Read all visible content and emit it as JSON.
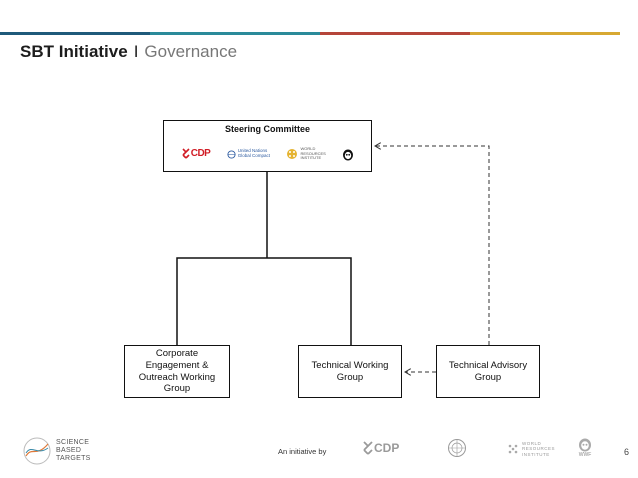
{
  "header": {
    "title": "SBT Initiative",
    "separator": "I",
    "subtitle": "Governance",
    "bar_colors": [
      "#1f5a7a",
      "#2a8a9a",
      "#b5453a",
      "#d7a832"
    ]
  },
  "diagram": {
    "steering_committee": {
      "title": "Steering Committee",
      "logos": {
        "cdp": "CDP",
        "un_line1": "United Nations",
        "un_line2": "Global Compact",
        "wri_line1": "WORLD",
        "wri_line2": "RESOURCES",
        "wri_line3": "INSTITUTE",
        "wwf": "WWF"
      }
    },
    "corporate_group": {
      "line1": "Corporate",
      "line2": "Engagement &",
      "line3": "Outreach Working",
      "line4": "Group"
    },
    "technical_working_group": {
      "line1": "Technical Working",
      "line2": "Group"
    },
    "technical_advisory_group": {
      "line1": "Technical Advisory",
      "line2": "Group"
    }
  },
  "footer": {
    "sbt_line1": "SCIENCE",
    "sbt_line2": "BASED",
    "sbt_line3": "TARGETS",
    "initiative_label": "An initiative by",
    "cdp": "CDP",
    "wri_line1": "WORLD",
    "wri_line2": "RESOURCES",
    "wri_line3": "INSTITUTE",
    "wwf": "WWF",
    "page_number": "6"
  }
}
